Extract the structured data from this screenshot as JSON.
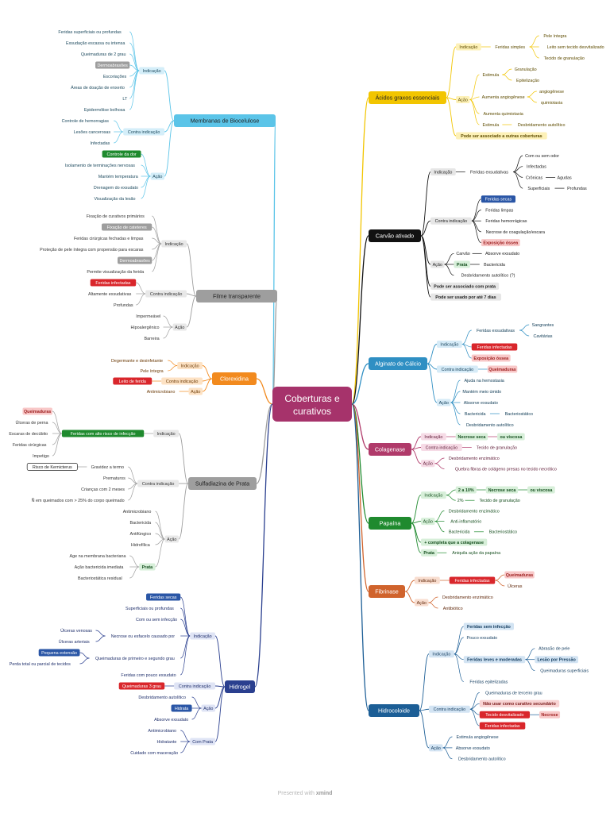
{
  "center": {
    "line1": "Coberturas e",
    "line2": "curativos"
  },
  "footer": {
    "prefix": "Presented with ",
    "brand": "xmind"
  },
  "branches": [
    {
      "key": "membranas",
      "label": "Membranas de Biocelulose",
      "color": "#5bc4e8",
      "fill": "#d4eef9",
      "text": "#1d4a5e",
      "children": [
        {
          "label": "Indicação",
          "children": [
            "Feridas superficiais ou profundas",
            "Exsudação escassa ou intensa",
            "Queimaduras de 2 grau",
            "Dermoabrasões",
            "Escoriações",
            "Áreas de doação de enxerto",
            "LT",
            "Epidermólise bolhosa"
          ]
        },
        {
          "label": "Contra indicação",
          "children": [
            "Controle de hemorragias",
            "Lesões cancerosas",
            "Infectadas"
          ]
        },
        {
          "label": "Ação",
          "children": [
            "Controle da dor",
            "Isolamento de terminações nervosas",
            "Mantém temperatura",
            "Drenagem do exsudato",
            "Visualização da lesão"
          ]
        }
      ]
    },
    {
      "key": "filme",
      "label": "Filme transparente",
      "color": "#9e9e9e",
      "fill": "#e8e8e8",
      "text": "#333333",
      "children": [
        {
          "label": "Indicação",
          "children": [
            "Fixação de curativos primários",
            "Fixação de cateteres",
            "Feridas cirúrgicas fechadas e limpas",
            "Proteção de pele íntegra com propensão para escaras",
            "Dermoabrasões",
            "Permite visualização da ferida"
          ]
        },
        {
          "label": "Contra indicação",
          "children": [
            "Feridas infectadas",
            "Altamente exsudativas",
            "Profundas"
          ]
        },
        {
          "label": "Ação",
          "children": [
            "Impermeável",
            "Hipoalergênico",
            "Barreira"
          ]
        }
      ]
    },
    {
      "key": "clorexidina",
      "label": "Clorexidina",
      "color": "#f28a1e",
      "fill": "#fde2c4",
      "text": "#6b3a06",
      "children": [
        {
          "label": "Indicação",
          "children": [
            "Degermante e desinfetante",
            "Pele íntegra"
          ]
        },
        {
          "label": "Contra indicação",
          "children": [
            "Leito de ferida"
          ]
        },
        {
          "label": "Ação",
          "children": [
            "Antimicrobiano"
          ]
        }
      ]
    },
    {
      "key": "sulfadiazina",
      "label": "Sulfadiazina de Prata",
      "color": "#9e9e9e",
      "fill": "#e8e8e8",
      "text": "#333333",
      "children": [
        {
          "label": "Indicação",
          "children": [
            {
              "label": "Feridas com alto risco de infecção",
              "children": [
                "Queimaduras",
                "Úlceras de perna",
                "Escaras de decúbito",
                "Feridas cirúrgicas",
                "Impetigo"
              ]
            }
          ]
        },
        {
          "label": "Contra indicação",
          "children": [
            {
              "label": "Gravidez a termo",
              "children": [
                "Risco de Kernicterus"
              ]
            },
            "Prematuros",
            "Crianças com 2 meses",
            "Ñ em queimados com > 25% do corpo queimado"
          ]
        },
        {
          "label": "Ação",
          "children": [
            "Antimicrobiano",
            "Bactericida",
            "Antifúngico",
            "Hidrofílica",
            {
              "label": "Prata",
              "children": [
                "Age na membrana bacteriana",
                "Ação bactericida imediata",
                "Bacteriostática residual"
              ]
            }
          ]
        }
      ]
    },
    {
      "key": "hidrogel",
      "label": "Hidrogel",
      "color": "#2a3f8f",
      "fill": "#dfe4f5",
      "text": "#1f2f6b",
      "children": [
        {
          "label": "Indicação",
          "children": [
            "Feridas secas",
            "Superficiais ou profundas",
            "Com ou sem infecção",
            {
              "label": "Necrose ou esfacelo causado por",
              "children": [
                "Úlceras venosas",
                "Úlceras arteriais"
              ]
            },
            {
              "label": "Queimaduras de primeiro e segundo grau",
              "children": [
                "Pequena extensão",
                "Perda total ou parcial de tecidos"
              ]
            },
            "Feridas com pouco exsudato"
          ]
        },
        {
          "label": "Contra indicação",
          "children": [
            "Queimaduras 3 grau"
          ]
        },
        {
          "label": "Ação",
          "children": [
            "Desbridamento autolítico",
            "Hidrata",
            "Absorve exsudato"
          ]
        },
        {
          "label": "Com Prata",
          "children": [
            "Antimicrobiano",
            "Hidratante",
            "Cuidado com maceração"
          ]
        }
      ]
    },
    {
      "key": "acidos",
      "label": "Ácidos graxos essenciais",
      "color": "#f2c500",
      "fill": "#fdf1b8",
      "text": "#5e4c00",
      "children": [
        {
          "label": "Indicação",
          "children": [
            {
              "label": "Feridas simples",
              "children": [
                "Pele íntegra",
                "Leito sem tecido desvitalizado",
                "Tecido de granulação"
              ]
            }
          ]
        },
        {
          "label": "Ação",
          "children": [
            {
              "label": "Estimula",
              "children": [
                "Granulação",
                "Epitelização"
              ]
            },
            {
              "label": "Aumenta angiogênese",
              "children": [
                "angiogênese",
                "quimiotaxia"
              ]
            },
            "Aumenta quimiotaxia",
            {
              "label": "Estimula",
              "children": [
                "Desbridamento autolítico"
              ]
            }
          ]
        },
        "Pode ser associado a outras coberturas"
      ]
    },
    {
      "key": "carvao",
      "label": "Carvão ativado",
      "color": "#111111",
      "fill": "#e6e6e6",
      "text": "#222222",
      "children": [
        {
          "label": "Indicação",
          "children": [
            {
              "label": "Feridas exsudativas",
              "children": [
                "Com ou sem odor",
                "Infectadas",
                {
                  "label": "Crônicas",
                  "children": [
                    "Agudas"
                  ]
                },
                {
                  "label": "Superficiais",
                  "children": [
                    "Profundas"
                  ]
                }
              ]
            }
          ]
        },
        {
          "label": "Contra indicação",
          "children": [
            "Feridas secas",
            "Feridas limpas",
            "Feridas hemorrágicas",
            "Necrose de coagulação/escara",
            "Exposição óssea"
          ]
        },
        {
          "label": "Ação",
          "children": [
            {
              "label": "Carvão",
              "children": [
                "Absorve exsudato"
              ]
            },
            {
              "label": "Prata",
              "children": [
                "Bactericida"
              ]
            },
            "Desbridamento autolítico (?)"
          ]
        },
        "Pode ser associado com prata",
        "Pode ser usado por até 7 dias"
      ]
    },
    {
      "key": "alginato",
      "label": "Alginato de Cálcio",
      "color": "#2f8fc3",
      "fill": "#d6ebf7",
      "text": "#15405a",
      "children": [
        {
          "label": "Indicação",
          "children": [
            {
              "label": "Feridas exsudativas",
              "children": [
                "Sangrantes",
                "Cavitárias"
              ]
            },
            "Feridas infectadas",
            "Exposição óssea"
          ]
        },
        {
          "label": "Contra indicação",
          "children": [
            "Queimaduras"
          ]
        },
        {
          "label": "Ação",
          "children": [
            "Ajuda na hemostasia",
            "Mantém meio úmido",
            "Absorve exsudato",
            {
              "label": "Bactericida",
              "children": [
                "Bacteriostático"
              ]
            },
            "Desbridamento autolítico"
          ]
        }
      ]
    },
    {
      "key": "colagenase",
      "label": "Colagenase",
      "color": "#b03a6a",
      "fill": "#f6dbe6",
      "text": "#5e1a36",
      "children": [
        {
          "label": "Indicação",
          "children": [
            {
              "label": "Necrose seca",
              "children": [
                "ou viscosa"
              ]
            }
          ]
        },
        {
          "label": "Contra indicação",
          "children": [
            "Tecido de granulação"
          ]
        },
        {
          "label": "Ação",
          "children": [
            "Desbridamento enzimático",
            "Quebra fibras de colágeno presas no tecido necrótico"
          ]
        }
      ]
    },
    {
      "key": "papaina",
      "label": "Papaína",
      "color": "#1f8a2e",
      "fill": "#d7efd9",
      "text": "#164f1f",
      "children": [
        {
          "label": "Indicação",
          "children": [
            {
              "label": "2 a 10%",
              "children": [
                {
                  "label": "Necrose seca",
                  "children": [
                    "ou viscosa"
                  ]
                }
              ]
            },
            {
              "label": "2%",
              "children": [
                "Tecido de granulação"
              ]
            }
          ]
        },
        {
          "label": "Ação",
          "children": [
            "Desbridamento enzimático",
            "Anti-inflamatório",
            {
              "label": "Bactericida",
              "children": [
                "Bacteriostático"
              ]
            }
          ]
        },
        "+ completa que a colagenase",
        {
          "label": "Prata",
          "children": [
            "Aniquila ação da papaína"
          ]
        }
      ]
    },
    {
      "key": "fibrinase",
      "label": "Fibrinase",
      "color": "#d0632c",
      "fill": "#f8ddcf",
      "text": "#61290c",
      "children": [
        {
          "label": "Indicação",
          "children": [
            {
              "label": "Feridas infectadas",
              "children": [
                "Queimaduras",
                "Úlceras"
              ]
            }
          ]
        },
        {
          "label": "Ação",
          "children": [
            "Desbridamento enzimático",
            "Antibiótico"
          ]
        }
      ]
    },
    {
      "key": "hidrocoloide",
      "label": "Hidrocoloide",
      "color": "#1c5e96",
      "fill": "#d3e4f3",
      "text": "#133c5f",
      "children": [
        {
          "label": "Indicação",
          "children": [
            "Feridas sem infecção",
            "Pouco exsudato",
            {
              "label": "Feridas leves e moderadas",
              "children": [
                "Abrasão de pele",
                "Lesão por Pressão",
                "Queimaduras superficiais"
              ]
            },
            "Feridas epitelizadas"
          ]
        },
        {
          "label": "Contra indicação",
          "children": [
            "Queimaduras de terceiro grau",
            "Não usar como curativo secundário",
            {
              "label": "Tecido desvitalizado",
              "children": [
                "Necrose"
              ]
            },
            "Feridas infectadas"
          ]
        },
        {
          "label": "Ação",
          "children": [
            "Estimula angiogênese",
            "Absorve exsudato",
            "Desbridamento autolítico"
          ]
        }
      ]
    }
  ],
  "highlights": {
    "Controle da dor": {
      "bg": "#1f8a2e",
      "fg": "#ffffff"
    },
    "Fixação de cateteres": {
      "bg": "#9e9e9e",
      "fg": "#ffffff"
    },
    "Dermoabrasões": {
      "bg": "#9e9e9e",
      "fg": "#ffffff"
    },
    "Feridas infectadas": {
      "bg": "#d9262b",
      "fg": "#ffffff"
    },
    "Leito de ferida": {
      "bg": "#d9262b",
      "fg": "#ffffff"
    },
    "Feridas com alto risco de infecção": {
      "bg": "#1f8a2e",
      "fg": "#ffffff"
    },
    "Risco de Kernicterus": {
      "bg": "#ffffff",
      "fg": "#222222",
      "border": "#222222"
    },
    "Feridas secas": {
      "bg": "#2a56a6",
      "fg": "#ffffff"
    },
    "Pequena extensão": {
      "bg": "#2a56a6",
      "fg": "#ffffff"
    },
    "Queimaduras 3 grau": {
      "bg": "#d9262b",
      "fg": "#ffffff"
    },
    "Hidrata": {
      "bg": "#2a56a6",
      "fg": "#ffffff"
    },
    "Pode ser associado a outras coberturas": {
      "bg": "#fdf1b8",
      "fg": "#5e4c00"
    },
    "Exposição óssea": {
      "bg": "#f8c8c8",
      "fg": "#9c1c1c"
    },
    "Pode ser associado com prata": {
      "bg": "#e6e6e6",
      "fg": "#222222"
    },
    "Pode ser usado por até 7 dias": {
      "bg": "#e6e6e6",
      "fg": "#222222"
    },
    "Queimaduras": {
      "bg": "#f8c8c8",
      "fg": "#9c1c1c"
    },
    "2 a 10%": {
      "bg": "#d7efd9",
      "fg": "#164f1f"
    },
    "Necrose seca": {
      "bg": "#d7efd9",
      "fg": "#164f1f"
    },
    "ou viscosa": {
      "bg": "#d7efd9",
      "fg": "#164f1f"
    },
    "+ completa que a colagenase": {
      "bg": "#d7efd9",
      "fg": "#164f1f"
    },
    "Prata": {
      "bg": "#d7efd9",
      "fg": "#164f1f"
    },
    "Feridas sem infecção": {
      "bg": "#d3e4f3",
      "fg": "#133c5f"
    },
    "Feridas leves e moderadas": {
      "bg": "#d3e4f3",
      "fg": "#133c5f"
    },
    "Lesão por Pressão": {
      "bg": "#d3e4f3",
      "fg": "#133c5f"
    },
    "Não usar como curativo secundário": {
      "bg": "#f8d3d3",
      "fg": "#7a1c1c"
    },
    "Tecido desvitalizado": {
      "bg": "#d9262b",
      "fg": "#ffffff"
    },
    "Necrose": {
      "bg": "#f8c8c8",
      "fg": "#9c1c1c"
    }
  }
}
